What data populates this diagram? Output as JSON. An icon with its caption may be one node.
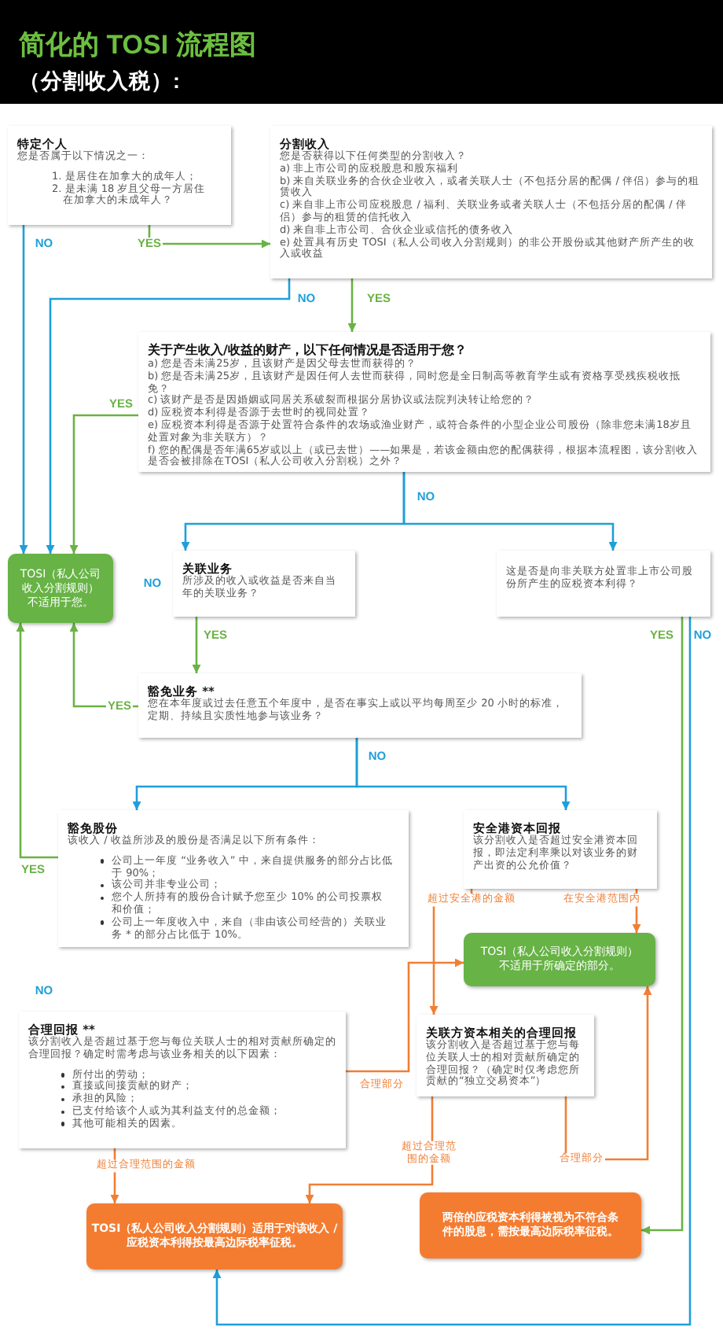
{
  "diagram": {
    "title": "简化的 TOSI 流程图",
    "nodes": [
      {
        "text": [
          "特定个人",
          "您是否属于以下情况之一：",
          "1. 是居住在加拿大的成年人；",
          "2. 是未满 18 岁且父母一方居住在加拿大的未成年人？"
        ]
      },
      {
        "text": [
          "分割收入",
          "您是否获得以下任何类型的分割收入？",
          "a) 非上市公司的应税股息和股东福利",
          "b) 来自关联业务的合伙企业收入，或者关联人士（不包括分居的配偶 / 伴侣）参与的租赁收入",
          "c) 来自非上市公司应税股息 / 福利、关联业务或者关联人士（不包括分居的配偶 / 伴侣）参与的租赁的信托收入",
          "d) 来自非上市公司、合伙企业或信托的债务收入",
          "e) 处置具有历史 TOSI（私人公司收入分割规则）的非公开股份或其他财产所产生的收入或收益"
        ]
      },
      {
        "text": [
          "关于产生收入/收益的财产，以下任何情况是否适用于您？",
          "a) 您是否未满25岁，且该财产是因父母去世而获得的？",
          "b) 您是否未满25岁，且该财产是因任何人去世而获得，同时您是全日制高等教育学生或有资格享受残疾税收抵免？",
          "c) 该财产是否是因婚姻或同居关系破裂而根据分居协议或法院判决转让给您的？",
          "d) 应税资本利得是否源于去世时的视同处置？",
          "e) 应税资本利得是否源于处置符合条件的农场或渔业财产，或符合条件的小型企业公司股份（除非您未满18岁且处置对象为非关联方）？",
          "f) 您的配偶是否年满65岁或以上（或已去世）——如果是，若该金额由您的配偶获得，根据本流程图，该分割收入是否会被排除在TOSI（私人公司收入分割税）之外？"
        ]
      },
      {
        "text": [
          "TOSI（私人公司收入分割规则）不适用于您。"
        ]
      },
      {
        "text": [
          "关联业务",
          "所涉及的收入或收益是否来自当年的关联业务？"
        ]
      },
      {
        "text": [
          "这是否是向非关联方处置非上市公司股份所产生的应税资本利得？"
        ]
      },
      {
        "text": [
          "豁免业务 **",
          "您在本年度或过去任意五个年度中，是否在事实上或以平均每周至少 20 小时的标准，定期、持续且实质性地参与该业务？"
        ]
      },
      {
        "text": [
          "豁免股份",
          "该收入 / 收益所涉及的股份是否满足以下所有条件：",
          "公司上一年度 “业务收入” 中，来自提供服务的部分占比低于 90%；",
          "该公司并非专业公司；",
          "您个人所持有的股份合计赋予您至少 10% 的公司投票权和价值；",
          "公司上一年度收入中，来自（非由该公司经营的）关联业务 * 的部分占比低于 10%。"
        ]
      },
      {
        "text": [
          "安全港资本回报",
          "该分割收入是否超过安全港资本回报，即法定利率乘以对该业务的财产出资的公允价值？"
        ]
      },
      {
        "text": [
          "TOSI（私人公司收入分割规则）不适用于所确定的部分。"
        ]
      },
      {
        "text": [
          "合理回报 **",
          "该分割收入是否超过基于您与每位关联人士的相对贡献所确定的合理回报？确定时需考虑与该业务相关的以下因素：",
          "所付出的劳动；",
          "直接或间接贡献的财产；",
          "承担的风险；",
          "已支付给该个人或为其利益支付的总金额；",
          "其他可能相关的因素。"
        ]
      },
      {
        "text": [
          "关联方资本相关的合理回报",
          "该分割收入是否超过基于您与每位关联人士的相对贡献所确定的合理回报？（确定时仅考虑您所贡献的“独立交易资本”）"
        ]
      },
      {
        "text": [
          "TOSI（私人公司收入分割规则）适用于对该收入 / 应税资本利得按最高边际税率征税。"
        ]
      },
      {
        "text": [
          "两倍的应税资本利得被视为不符合条件的股息，需按最高边际税率征税。"
        ]
      }
    ],
    "edges": [
      {
        "from": 0,
        "to": 1,
        "arrow": "to",
        "label": "YES"
      },
      {
        "from": 0,
        "to": 3,
        "arrow": "to",
        "label": "NO",
        "color": "#1f9fda"
      },
      {
        "from": 1,
        "to": 3,
        "arrow": "to",
        "label": "NO",
        "color": "#1f9fda"
      },
      {
        "from": 1,
        "to": 2,
        "arrow": "to",
        "label": "YES"
      },
      {
        "from": 2,
        "to": 3,
        "arrow": "to",
        "label": "YES"
      },
      {
        "from": 2,
        "to": 4,
        "arrow": "to",
        "label": "NO",
        "color": "#1f9fda"
      },
      {
        "from": 2,
        "to": 5,
        "arrow": "to",
        "color": "#1f9fda"
      },
      {
        "from": 4,
        "to": 6,
        "arrow": "to",
        "label": "YES"
      },
      {
        "from": 6,
        "to": 3,
        "arrow": "to",
        "label": "YES"
      },
      {
        "from": 6,
        "to": 7,
        "arrow": "to",
        "label": "NO",
        "color": "#1f9fda"
      },
      {
        "from": 6,
        "to": 8,
        "arrow": "to",
        "color": "#1f9fda"
      },
      {
        "from": 7,
        "to": 3,
        "arrow": "to",
        "label": "YES"
      },
      {
        "from": 8,
        "to": 11,
        "arrow": "to",
        "label": "超过安全港的金额",
        "color": "#f07f35"
      },
      {
        "from": 8,
        "to": 9,
        "arrow": "to",
        "label": "在安全港范围内",
        "color": "#f07f35"
      },
      {
        "from": 10,
        "to": 9,
        "arrow": "to",
        "label": "合理部分",
        "color": "#f07f35"
      },
      {
        "from": 11,
        "to": 9,
        "arrow": "to",
        "label": "合理部分",
        "color": "#f07f35"
      },
      {
        "from": 10,
        "to": 12,
        "arrow": "to",
        "label": "超过合理范围的金额",
        "color": "#f07f35"
      },
      {
        "from": 11,
        "to": 12,
        "arrow": "to",
        "label": "超过合理范围的金额",
        "color": "#f07f35"
      },
      {
        "from": 5,
        "to": 12,
        "arrow": "to",
        "label": "NO",
        "color": "#1f9fda"
      },
      {
        "from": 5,
        "to": 13,
        "arrow": "to",
        "label": "YES"
      }
    ],
    "labels": [
      "（分割收入税）:",
      "NO",
      "NO"
    ]
  }
}
